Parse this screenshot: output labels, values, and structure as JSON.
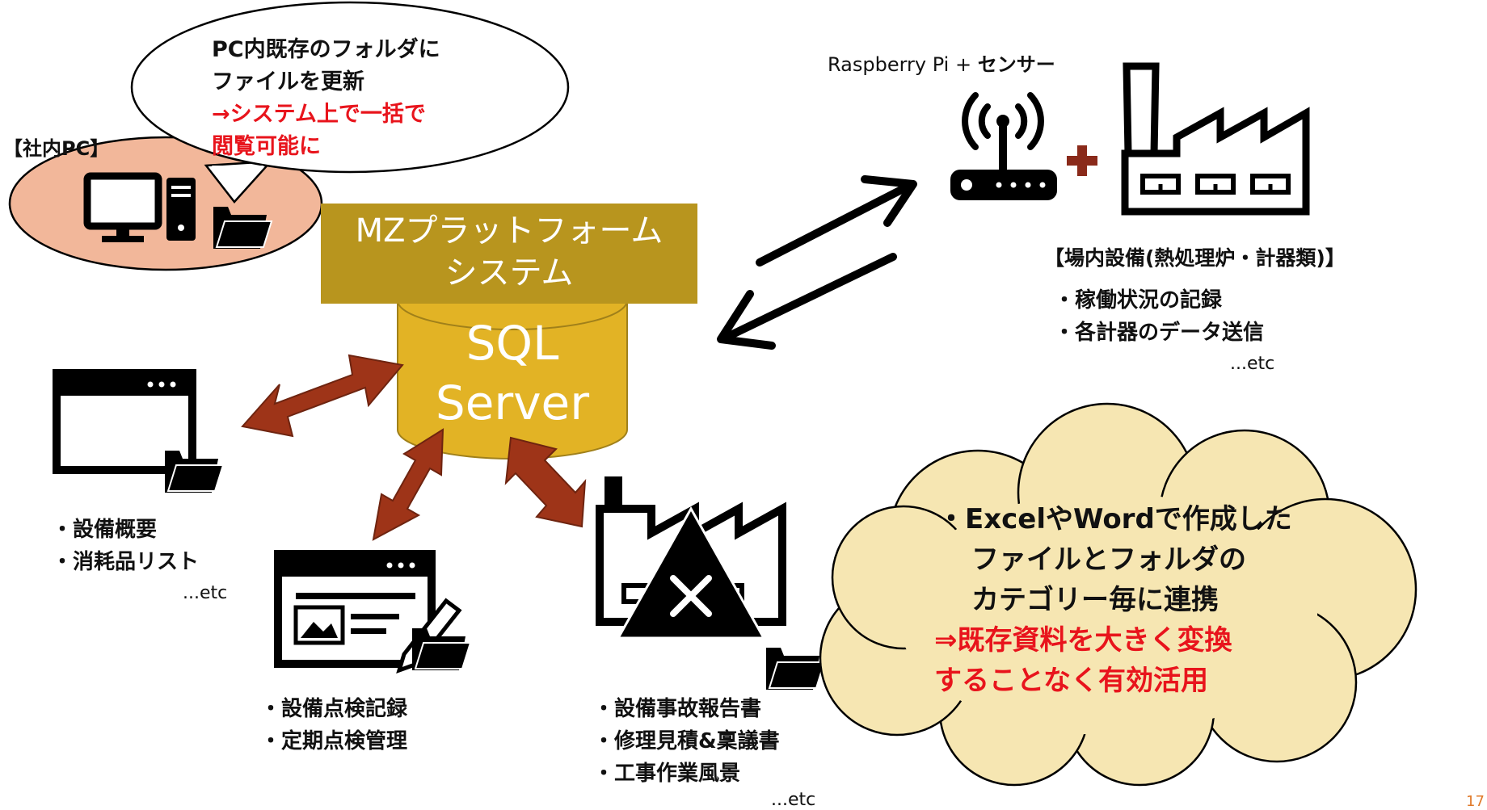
{
  "colors": {
    "pc_blob": "#f2b79a",
    "platform_box": "#b8951e",
    "db_cylinder": "#e2b325",
    "db_outline": "#a0801a",
    "arrow": "#9e3418",
    "arrow_outline": "#6e2410",
    "plus": "#8a2a1a",
    "cloud": "#f6e6b2",
    "highlight": "#e8141c"
  },
  "bubble": {
    "line1": "PC内既存のフォルダに",
    "line2": "ファイルを更新",
    "line3": "→システム上で一括で",
    "line4": "閲覧可能に"
  },
  "pc_label": "【社内PC】",
  "platform": {
    "line1": "MZプラットフォーム",
    "line2": "システム"
  },
  "db": {
    "line1": "SQL",
    "line2": "Server"
  },
  "sensor": {
    "label_prefix": "Raspberry Pi + ",
    "label_suffix": "センサー"
  },
  "equipment": {
    "title": "【場内設備(熱処理炉・計器類)】",
    "items": [
      "・稼働状況の記録",
      "・各計器のデータ送信"
    ],
    "etc": "...etc"
  },
  "overview": {
    "items": [
      "・設備概要",
      "・消耗品リスト"
    ],
    "etc": "...etc"
  },
  "inspection": {
    "items": [
      "・設備点検記録",
      "・定期点検管理"
    ]
  },
  "accident": {
    "items": [
      "・設備事故報告書",
      "・修理見積&稟議書",
      "・工事作業風景"
    ],
    "etc": "...etc"
  },
  "cloud": {
    "line1": "・ExcelやWordで作成した",
    "line2": "ファイルとフォルダの",
    "line3": "カテゴリー毎に連携",
    "line4": "⇒既存資料を大きく変換",
    "line5": "することなく有効活用"
  },
  "page_number": "17",
  "icons": [
    "monitor-icon",
    "pc-tower-icon",
    "folder-icon",
    "router-icon",
    "factory-icon",
    "browser-window-icon",
    "edit-document-icon",
    "factory-accident-icon",
    "plus-icon"
  ]
}
